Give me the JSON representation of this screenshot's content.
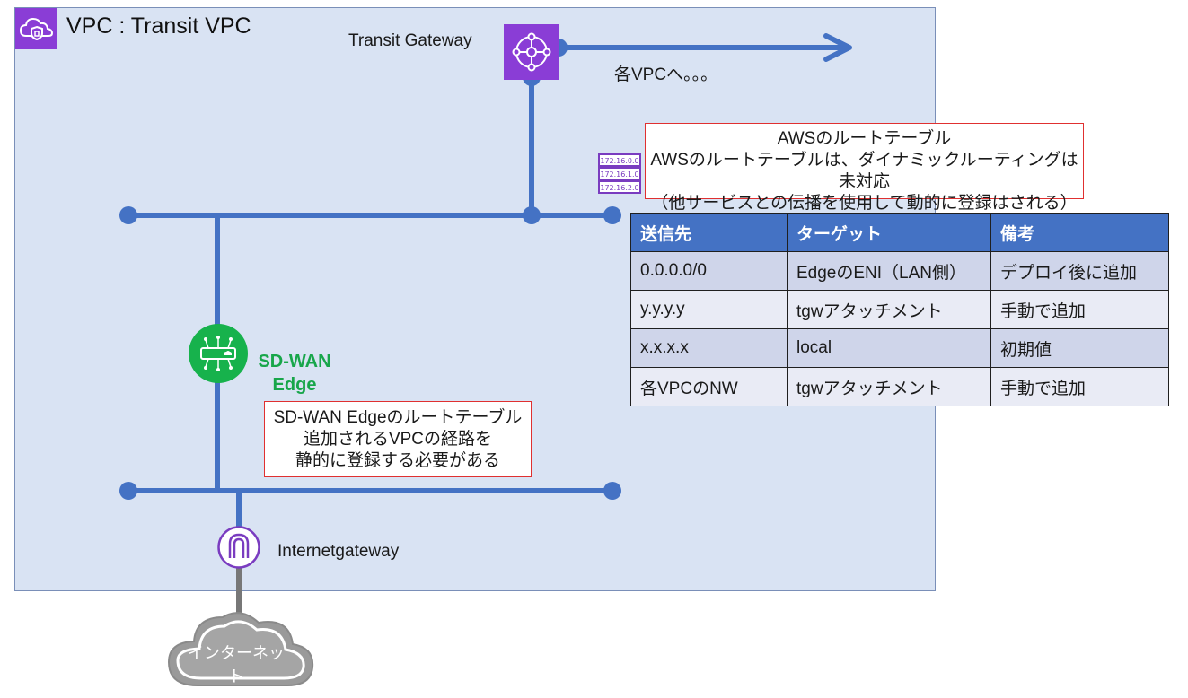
{
  "vpc": {
    "title": "VPC : Transit VPC"
  },
  "transit_gateway": {
    "label": "Transit Gateway",
    "arrow_label": "各VPCへ。。。"
  },
  "aws_route_note": {
    "lines": [
      "AWSのルートテーブル",
      "AWSのルートテーブルは、ダイナミックルーティングは未対応",
      "（他サービスとの伝播を使用して動的に登録はされる）"
    ]
  },
  "route_icon": {
    "rows": [
      "172.16.0.0",
      "172.16.1.0",
      "172.16.2.0"
    ]
  },
  "route_table": {
    "headers": [
      "送信先",
      "ターゲット",
      "備考"
    ],
    "rows": [
      [
        "0.0.0.0/0",
        "EdgeのENI（LAN側）",
        "デプロイ後に追加"
      ],
      [
        "y.y.y.y",
        "tgwアタッチメント",
        "手動で追加"
      ],
      [
        "x.x.x.x",
        "local",
        "初期値"
      ],
      [
        "各VPCのNW",
        "tgwアタッチメント",
        "手動で追加"
      ]
    ]
  },
  "sdwan_edge": {
    "label_line1": "SD-WAN",
    "label_line2": "Edge"
  },
  "edge_route_note": {
    "lines": [
      "SD-WAN Edgeのルートテーブル",
      "追加されるVPCの経路を",
      "静的に登録する必要がある"
    ]
  },
  "internet_gateway": {
    "label": "Internetgateway"
  },
  "internet": {
    "label": "インターネット"
  },
  "colors": {
    "line": "#4472c4",
    "vpc_fill": "#d9e3f3",
    "aws_purple": "#8a3dd6",
    "edge_green": "#17b24c",
    "note_border": "#e03030",
    "table_header": "#4472c4"
  }
}
